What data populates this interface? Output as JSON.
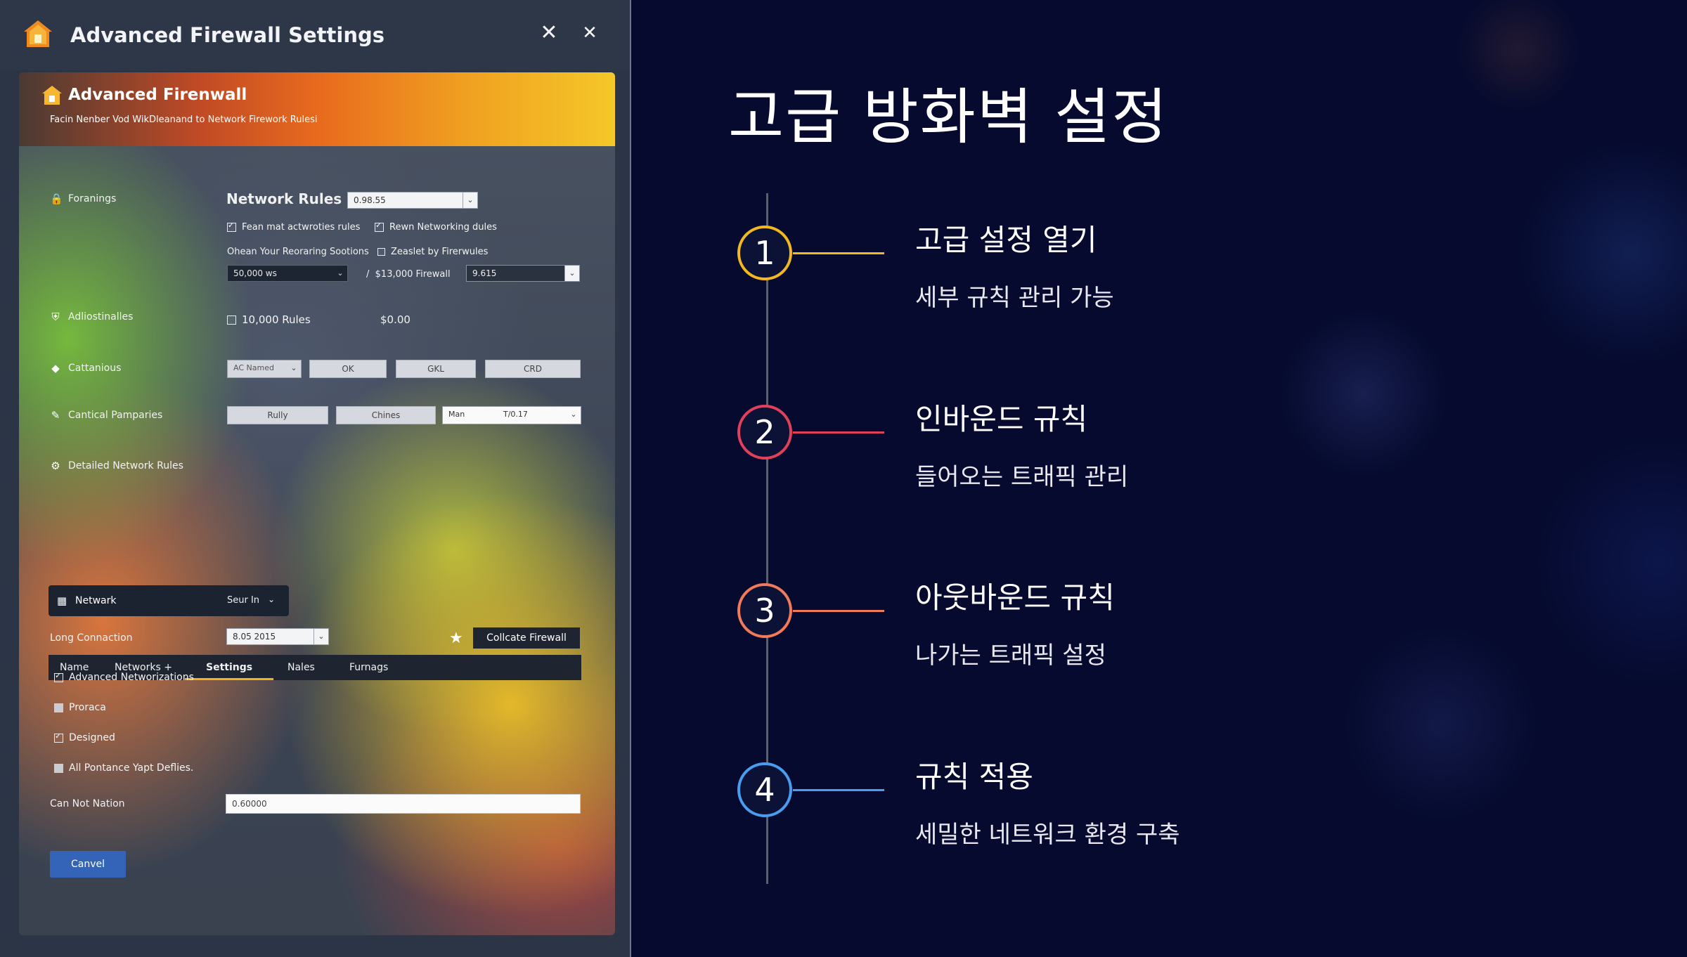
{
  "window": {
    "title": "Advanced Firewall Settings",
    "close_bold": "✕",
    "close": "✕"
  },
  "banner": {
    "title": "Advanced Firenwall",
    "subtitle": "Facin Nenber Vod WikDleanand to Network Firework Rulesi"
  },
  "sidebar": {
    "items": [
      {
        "label": "Foranings",
        "icon": "lock-icon"
      },
      {
        "label": "Adliostinalles",
        "icon": "shield-icon"
      },
      {
        "label": "Cattanious",
        "icon": "bell-icon"
      },
      {
        "label": "Cantical Pamparies",
        "icon": "pencil-icon"
      },
      {
        "label": "Detailed Network Rules",
        "icon": "gear-icon"
      }
    ]
  },
  "network_rules": {
    "heading": "Network Rules",
    "select_value": "0.98.55",
    "checks": [
      {
        "label": "Fean mat actwroties rules",
        "checked": true
      },
      {
        "label": "Rewn Networking dules",
        "checked": true
      }
    ],
    "line3_a": "Ohean Your Reoraring Sootions",
    "line3_b": "Zeaslet by Firerwules",
    "speed_select": "50,000 ws",
    "fw_text": "$13,000 Firewall",
    "fw_select": "9.615"
  },
  "rules_row": {
    "label": "10,000 Rules",
    "price": "$0.00"
  },
  "buttons_row1": {
    "select": "AC Named",
    "b1": "OK",
    "b2": "GKL",
    "b3": "CRD"
  },
  "buttons_row2": {
    "b1": "Rully",
    "b2": "Chines",
    "select_left": "Man",
    "select_right": "T/0.17"
  },
  "network_pill": {
    "label": "Netwark",
    "value": "Seur In"
  },
  "tabs": [
    {
      "label": "Name"
    },
    {
      "label": "Networks +"
    },
    {
      "label": "Settings",
      "active": true
    },
    {
      "label": "Nales"
    },
    {
      "label": "Furnags"
    }
  ],
  "long_connection": {
    "label": "Long Connaction",
    "select": "8.05 2015",
    "button": "Collcate Firewall"
  },
  "options": [
    {
      "label": "Advanced Networizations",
      "state": "checked"
    },
    {
      "label": "Proraca",
      "state": "filled"
    },
    {
      "label": "Designed",
      "state": "checked"
    },
    {
      "label": "All Pontance Yapt Deflies.",
      "state": "filled"
    }
  ],
  "can_not": {
    "label": "Can Not Nation",
    "value": "0.60000"
  },
  "cancel_label": "Canvel",
  "slide": {
    "title": "고급 방화벽 설정",
    "steps": [
      {
        "num": "1",
        "title": "고급 설정 열기",
        "desc": "세부 규칙 관리 가능",
        "color": "#f2b81f"
      },
      {
        "num": "2",
        "title": "인바운드 규칙",
        "desc": "들어오는 트래픽 관리",
        "color": "#e0405a"
      },
      {
        "num": "3",
        "title": "아웃바운드 규칙",
        "desc": "나가는 트래픽 설정",
        "color": "#f07a5a"
      },
      {
        "num": "4",
        "title": "규칙 적용",
        "desc": "세밀한 네트워크 환경 구축",
        "color": "#4a9cf0"
      }
    ]
  }
}
